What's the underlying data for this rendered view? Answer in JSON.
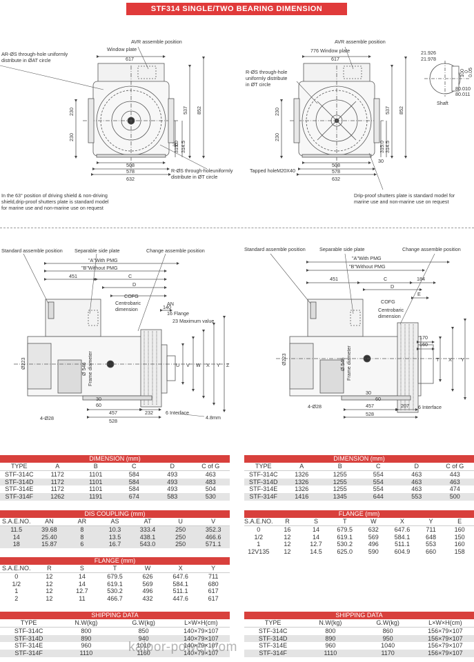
{
  "title": "STF314 SINGLE/TWO BEARING DIMENSION",
  "watermark": "kaipor-power.com",
  "top_left": {
    "avr": "AVR assemble position",
    "window": "Window plate",
    "ar_note_1": "AR-ØS through-hole uniformly",
    "ar_note_2": "distribute in ØAT circle",
    "d617": "617",
    "d230a": "230",
    "d230b": "230",
    "d537": "537",
    "d852": "852",
    "d315": "315.0",
    "d314": "314.5",
    "d30": "30",
    "d508": "508",
    "d578": "578",
    "d632": "632",
    "r_note_1": "R-ØS through-holeuniformly",
    "r_note_2": "distribute in ØT circle",
    "shield_1": "In the 63° position of driving shield & non-driving",
    "shield_2": "shield,drip-proof shutters plate is standard model",
    "shield_3": "for marine use and non-marine use on request"
  },
  "top_right": {
    "avr": "AVR assemble position",
    "window": "776 Window plate",
    "d617": "617",
    "r_note_1": "R-ØS through-hole",
    "r_note_2": "uniformly distribute",
    "r_note_3": "in ØT circle",
    "d230a": "230",
    "d230b": "230",
    "d537": "537",
    "d852": "852",
    "d315": "315.0",
    "d314": "314.5",
    "d30": "30",
    "d508": "508",
    "d578": "578",
    "d632": "632",
    "tapped": "Tapped holeM20X40",
    "drip_1": "Drip-proof shutters plate is standard model for",
    "drip_2": "marine use and non-marine use on request",
    "shaft_926": "21.926",
    "shaft_978": "21.978",
    "shaft_010": "80.010",
    "shaft_011": "80.011",
    "shaft_100": "100",
    "shaft_0": "0",
    "shaft_005": "0.05",
    "shaft_label": "Shaft"
  },
  "side_left": {
    "std": "Standard assemble position",
    "sep": "Separable side plate",
    "chg": "Change assemble position",
    "a": "\"A\"With PMG",
    "b": "\"B\"Without PMG",
    "d451": "451",
    "c": "C",
    "d": "D",
    "cofg": "COFG",
    "centro_1": "Centrobaric",
    "centro_2": "dimension",
    "an": "AN",
    "d140": "140",
    "flange16": "16 Flange",
    "max23": "23 Maximum value",
    "d223": "Ø223",
    "d546": "Ø 546",
    "frame": "Frame diameter",
    "u": "U",
    "v": "V",
    "w": "W",
    "x": "X",
    "y": "Y",
    "z": "Z",
    "d30": "30",
    "d60": "60",
    "hole": "4-Ø28",
    "d457": "457",
    "d528": "528",
    "d232": "232",
    "iface": "6 Interface",
    "d48": "4.8mm"
  },
  "side_right": {
    "std": "Standard assemble position",
    "sep": "Separable side plate",
    "chg": "Change assemble position",
    "a": "\"A\"With PMG",
    "b": "\"B\"Without PMG",
    "d451": "451",
    "c": "C",
    "d184": "184",
    "d": "D",
    "e": "E",
    "cofg": "COFG",
    "centro_1": "Centrobaric",
    "centro_2": "dimension",
    "d170": "170",
    "d160": "160",
    "d223": "Ø223",
    "d546": "Ø 546",
    "frame": "Frame diameter",
    "t": "T",
    "x": "X",
    "y": "Y",
    "d30": "30",
    "d60": "60",
    "hole": "4-Ø28",
    "d457": "457",
    "d528": "528",
    "d207": "207",
    "iface": "6 Interface"
  },
  "tables": {
    "dim_left": {
      "title": "DIMENSION (mm)",
      "cols": [
        "TYPE",
        "A",
        "B",
        "C",
        "D",
        "C of G"
      ],
      "rows": [
        [
          "STF-314C",
          "1172",
          "1101",
          "584",
          "493",
          "463"
        ],
        [
          "STF-314D",
          "1172",
          "1101",
          "584",
          "493",
          "483"
        ],
        [
          "STF-314E",
          "1172",
          "1101",
          "584",
          "493",
          "504"
        ],
        [
          "STF-314F",
          "1262",
          "1191",
          "674",
          "583",
          "530"
        ]
      ]
    },
    "disc_left": {
      "title": "DIS COUPLING (mm)",
      "cols": [
        "S.A.E.NO.",
        "AN",
        "AR",
        "AS",
        "AT",
        "U",
        "V"
      ],
      "rows": [
        [
          "11.5",
          "39.68",
          "8",
          "10.3",
          "333.4",
          "250",
          "352.3"
        ],
        [
          "14",
          "25.40",
          "8",
          "13.5",
          "438.1",
          "250",
          "466.6"
        ],
        [
          "18",
          "15.87",
          "6",
          "16.7",
          "543.0",
          "250",
          "571.1"
        ]
      ]
    },
    "flange_left": {
      "title": "FLANGE (mm)",
      "cols": [
        "S.A.E.NO.",
        "R",
        "S",
        "T",
        "W",
        "X",
        "Y"
      ],
      "rows": [
        [
          "0",
          "12",
          "14",
          "679.5",
          "626",
          "647.6",
          "711"
        ],
        [
          "1/2",
          "12",
          "14",
          "619.1",
          "569",
          "584.1",
          "680"
        ],
        [
          "1",
          "12",
          "12.7",
          "530.2",
          "496",
          "511.1",
          "617"
        ],
        [
          "2",
          "12",
          "11",
          "466.7",
          "432",
          "447.6",
          "617"
        ]
      ]
    },
    "ship_left": {
      "title": "SHIPPING DATA",
      "cols": [
        "TYPE",
        "N.W(kg)",
        "G.W(kg)",
        "L×W×H(cm)"
      ],
      "rows": [
        [
          "STF-314C",
          "800",
          "850",
          "140×79×107"
        ],
        [
          "STF-314D",
          "890",
          "940",
          "140×79×107"
        ],
        [
          "STF-314E",
          "960",
          "1010",
          "140×79×107"
        ],
        [
          "STF-314F",
          "1110",
          "1160",
          "140×79×107"
        ]
      ]
    },
    "dim_right": {
      "title": "DIMENSION (mm)",
      "cols": [
        "TYPE",
        "A",
        "B",
        "C",
        "D",
        "C of G"
      ],
      "rows": [
        [
          "STF-314C",
          "1326",
          "1255",
          "554",
          "463",
          "443"
        ],
        [
          "STF-314D",
          "1326",
          "1255",
          "554",
          "463",
          "463"
        ],
        [
          "STF-314E",
          "1326",
          "1255",
          "554",
          "463",
          "474"
        ],
        [
          "STF-314F",
          "1416",
          "1345",
          "644",
          "553",
          "500"
        ]
      ]
    },
    "flange_right": {
      "title": "FLANGE (mm)",
      "cols": [
        "S.A.E.NO.",
        "R",
        "S",
        "T",
        "W",
        "X",
        "Y",
        "E"
      ],
      "rows": [
        [
          "0",
          "16",
          "14",
          "679.5",
          "632",
          "647.6",
          "711",
          "160"
        ],
        [
          "1/2",
          "12",
          "14",
          "619.1",
          "569",
          "584.1",
          "648",
          "150"
        ],
        [
          "1",
          "12",
          "12.7",
          "530.2",
          "496",
          "511.1",
          "553",
          "160"
        ],
        [
          "12V135",
          "12",
          "14.5",
          "625.0",
          "590",
          "604.9",
          "660",
          "158"
        ]
      ]
    },
    "ship_right": {
      "title": "SHIPPING DATA",
      "cols": [
        "TYPE",
        "N.W(kg)",
        "G.W(kg)",
        "L×W×H(cm)"
      ],
      "rows": [
        [
          "STF-314C",
          "800",
          "860",
          "156×79×107"
        ],
        [
          "STF-314D",
          "890",
          "950",
          "156×79×107"
        ],
        [
          "STF-314E",
          "960",
          "1040",
          "156×79×107"
        ],
        [
          "STF-314F",
          "1110",
          "1170",
          "156×79×107"
        ]
      ]
    }
  }
}
